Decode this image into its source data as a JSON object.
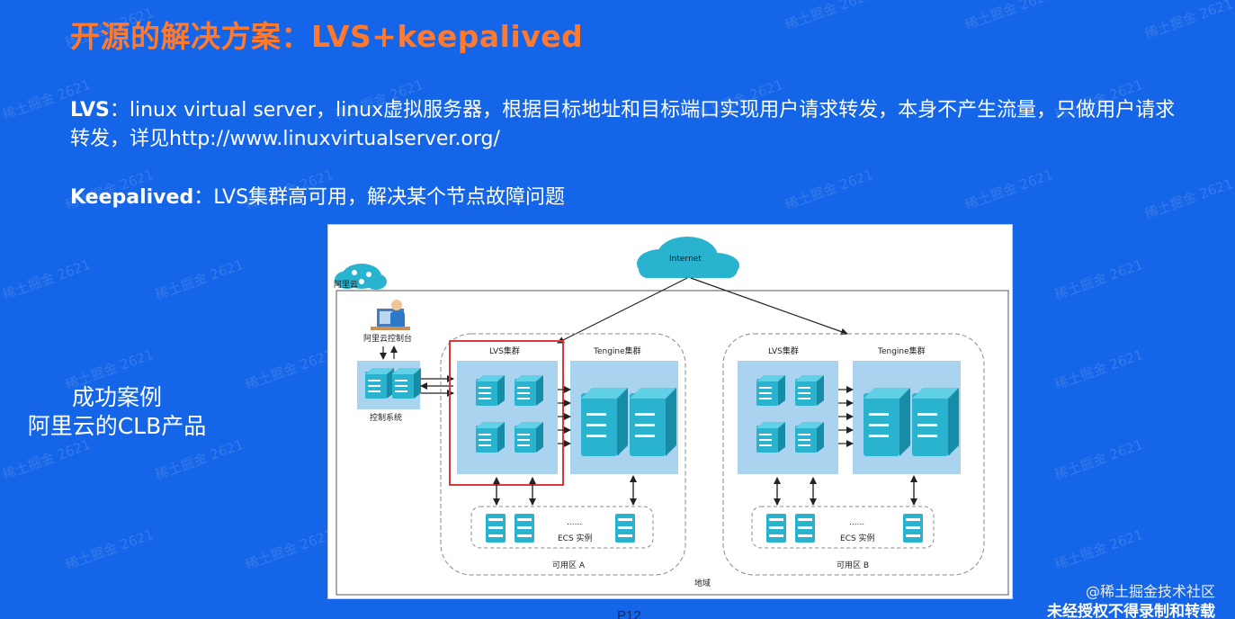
{
  "title": "开源的解决方案：LVS+keepalived",
  "lvs": {
    "term": "LVS",
    "text": "：linux virtual server，linux虚拟服务器，根据目标地址和目标端口实现用户请求转发，本身不产生流量，只做用户请求转发，详见http://www.linuxvirtualserver.org/"
  },
  "keepalived": {
    "term": "Keepalived",
    "text": "：LVS集群高可用，解决某个节点故障问题"
  },
  "case": {
    "line1": "成功案例",
    "line2": "阿里云的CLB产品"
  },
  "diagram": {
    "internet": "Internet",
    "aliyun": "阿里云",
    "console": "阿里云控制台",
    "control_system": "控制系统",
    "lvs_cluster": "LVS集群",
    "tengine_cluster": "Tengine集群",
    "ecs": "ECS 实例",
    "dash": "......",
    "zone_a": "可用区 A",
    "zone_b": "可用区 B",
    "region": "地域"
  },
  "watermark": "稀土掘金 2621",
  "footer": {
    "brand": "@稀土掘金技术社区",
    "note": "未经授权不得录制和转载"
  },
  "page_number": "P12",
  "colors": {
    "background": "#1565e8",
    "title": "#ff7a2f",
    "server": "#2ab3cf",
    "panel": "#a9d3ef",
    "highlight": "#d63a3a"
  }
}
